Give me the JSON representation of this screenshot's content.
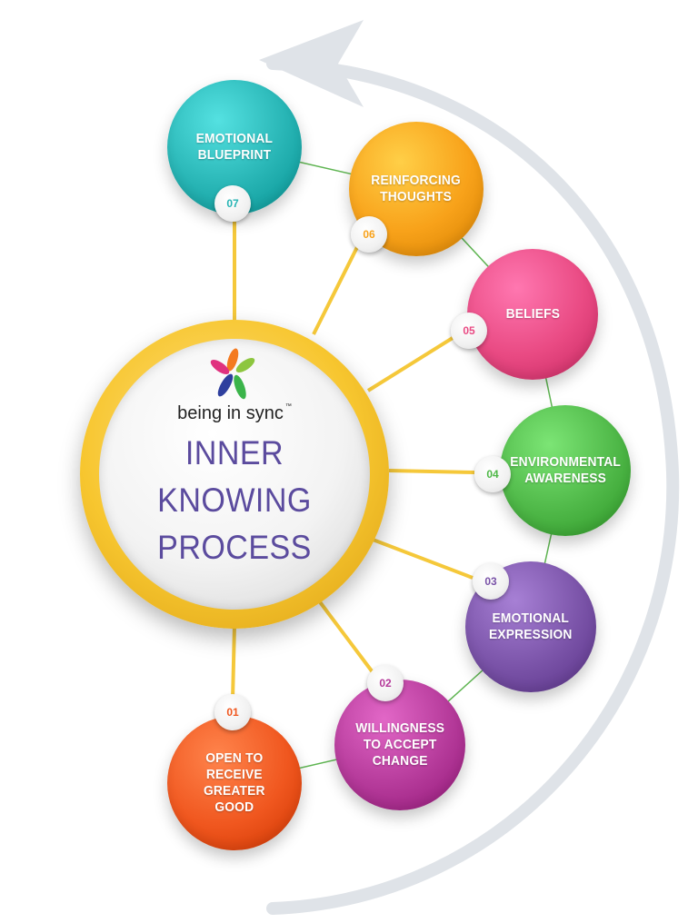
{
  "brand": {
    "name": "being in sync",
    "tm": "™"
  },
  "title": {
    "line1": "INNER",
    "line2": "KNOWING",
    "line3": "PROCESS"
  },
  "steps": [
    {
      "number": "01",
      "label": "OPEN TO\nRECEIVE\nGREATER\nGOOD",
      "color": "#f0571f"
    },
    {
      "number": "02",
      "label": "WILLINGNESS\nTO ACCEPT\nCHANGE",
      "color": "#b53a9a"
    },
    {
      "number": "03",
      "label": "EMOTIONAL\nEXPRESSION",
      "color": "#7a53a8"
    },
    {
      "number": "04",
      "label": "ENVIRONMENTAL\nAWARENESS",
      "color": "#4fb848"
    },
    {
      "number": "05",
      "label": "BELIEFS",
      "color": "#e94a83"
    },
    {
      "number": "06",
      "label": "REINFORCING\nTHOUGHTS",
      "color": "#f8a21a"
    },
    {
      "number": "07",
      "label": "EMOTIONAL\nBLUEPRINT",
      "color": "#27b4b4"
    }
  ],
  "colors": {
    "spoke": "#f5c83a",
    "chain": "#5fb552",
    "arc": "#dfe3e8",
    "title": "#5b4b9e"
  }
}
